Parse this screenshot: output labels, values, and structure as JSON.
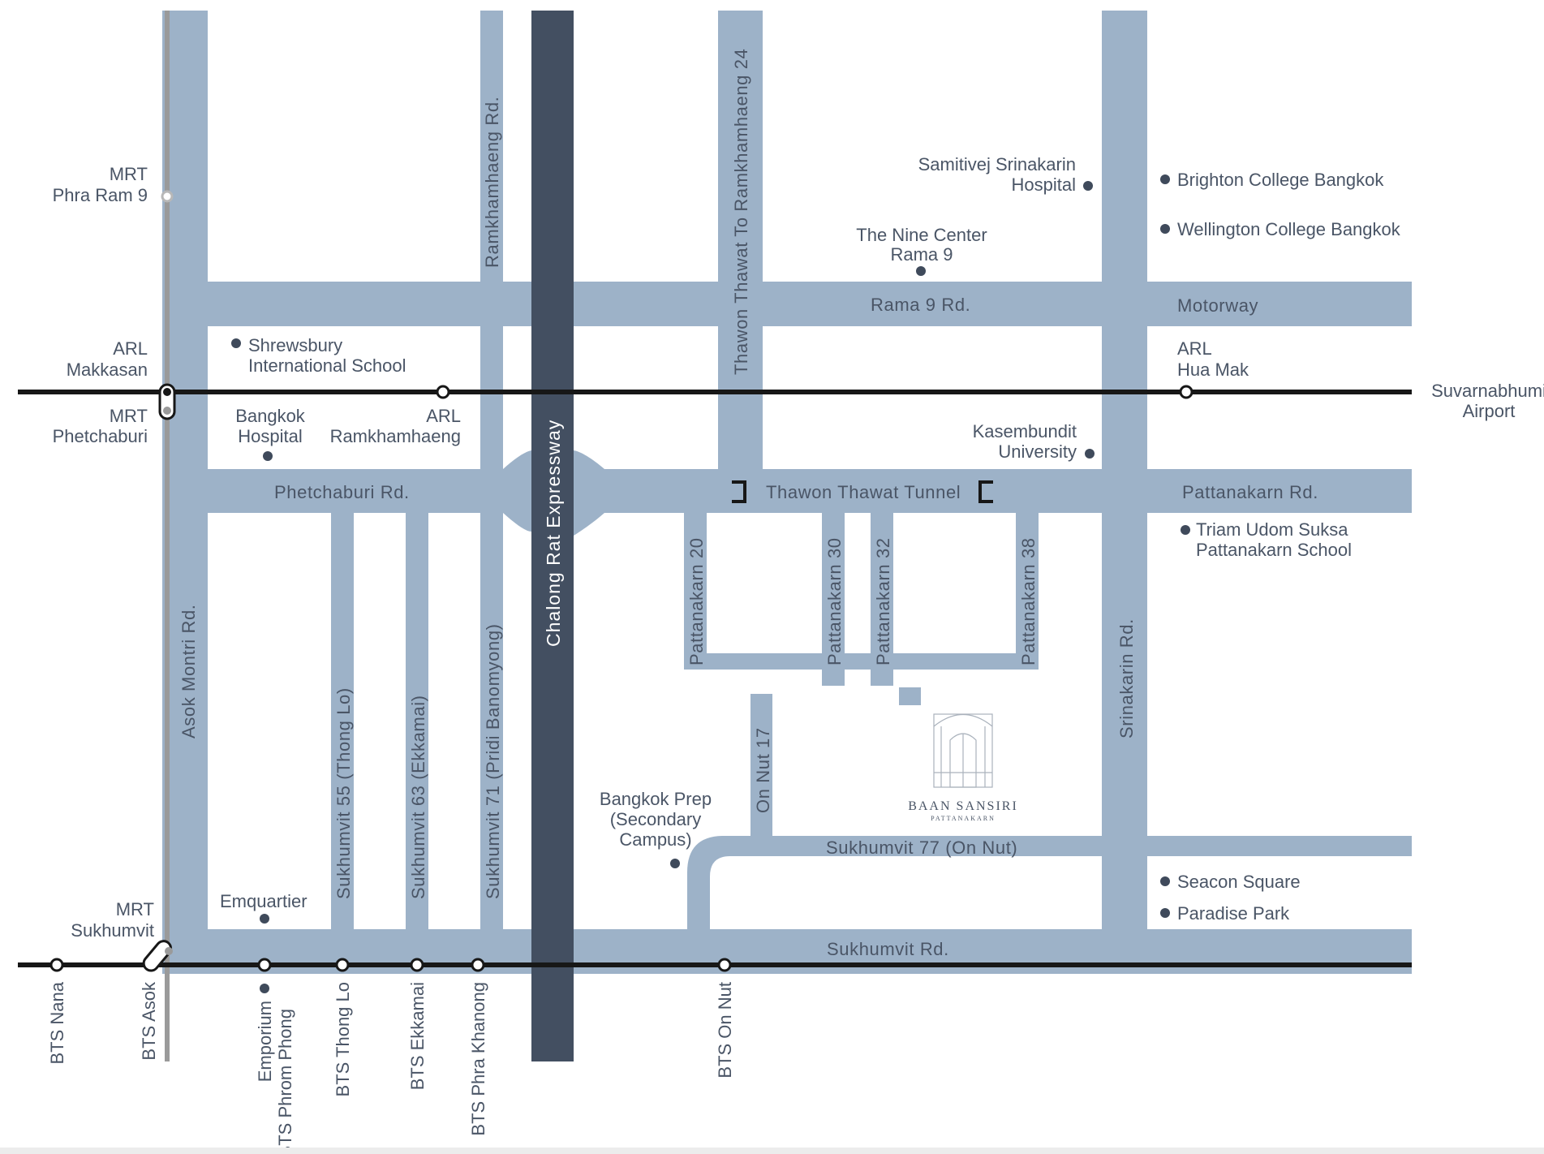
{
  "colors": {
    "road": "#9db2c8",
    "expressway": "#434f61",
    "rail": "#171717",
    "mrt_line": "#9a9a9a",
    "text": "#4a5566",
    "poi": "#3f4a5b"
  },
  "roads": {
    "asok_montri": "Asok Montri Rd.",
    "ramkhamhaeng": "Ramkhamhaeng Rd.",
    "chalong_rat": "Chalong Rat Expressway",
    "thawon_thawat": "Thawon Thawat To Ramkhamhaeng 24",
    "rama9": "Rama 9 Rd.",
    "motorway": "Motorway",
    "phetchaburi": "Phetchaburi Rd.",
    "tunnel": "Thawon Thawat Tunnel",
    "pattanakarn_rd": "Pattanakarn Rd.",
    "srinakarin": "Srinakarin Rd.",
    "pattanakarn20": "Pattanakarn 20",
    "pattanakarn30": "Pattanakarn 30",
    "pattanakarn32": "Pattanakarn 32",
    "pattanakarn38": "Pattanakarn 38",
    "on_nut17": "On Nut 17",
    "sukhumvit77": "Sukhumvit 77 (On Nut)",
    "sukhumvit_rd": "Sukhumvit Rd.",
    "sukhumvit55": "Sukhumvit 55 (Thong Lo)",
    "sukhumvit63": "Sukhumvit 63 (Ekkamai)",
    "sukhumvit71": "Sukhumvit 71 (Pridi Banomyong)"
  },
  "stations": {
    "mrt_phra_ram9": [
      "MRT",
      "Phra Ram 9"
    ],
    "arl_makkasan": [
      "ARL",
      "Makkasan"
    ],
    "mrt_phetchaburi": [
      "MRT",
      "Phetchaburi"
    ],
    "arl_ramkhamhaeng": [
      "ARL",
      "Ramkhamhaeng"
    ],
    "arl_hua_mak": [
      "ARL",
      "Hua Mak"
    ],
    "suvarnabhumi": [
      "Suvarnabhumi",
      "Airport"
    ],
    "mrt_sukhumvit": [
      "MRT",
      "Sukhumvit"
    ],
    "bts_nana": "BTS Nana",
    "bts_asok": "BTS Asok",
    "bts_phrom_phong": [
      "Emporium",
      "BTS Phrom Phong"
    ],
    "bts_thong_lo": "BTS Thong Lo",
    "bts_ekkamai": "BTS Ekkamai",
    "bts_phra_khanong": "BTS Phra Khanong",
    "bts_on_nut": "BTS On Nut"
  },
  "places": {
    "samitivej": [
      "Samitivej Srinakarin",
      "Hospital"
    ],
    "brighton": "Brighton College Bangkok",
    "wellington": "Wellington College Bangkok",
    "nine_center": [
      "The Nine Center",
      "Rama 9"
    ],
    "shrewsbury": [
      "Shrewsbury",
      "International School"
    ],
    "bangkok_hospital": [
      "Bangkok",
      "Hospital"
    ],
    "kasembundit": [
      "Kasembundit",
      "University"
    ],
    "triam_udom": [
      "Triam Udom Suksa",
      "Pattanakarn School"
    ],
    "bangkok_prep": [
      "Bangkok Prep",
      "(Secondary",
      "Campus)"
    ],
    "emquartier": "Emquartier",
    "seacon": "Seacon Square",
    "paradise": "Paradise Park"
  },
  "project": {
    "name": "BAAN SANSIRI",
    "sub": "PATTANAKARN"
  }
}
